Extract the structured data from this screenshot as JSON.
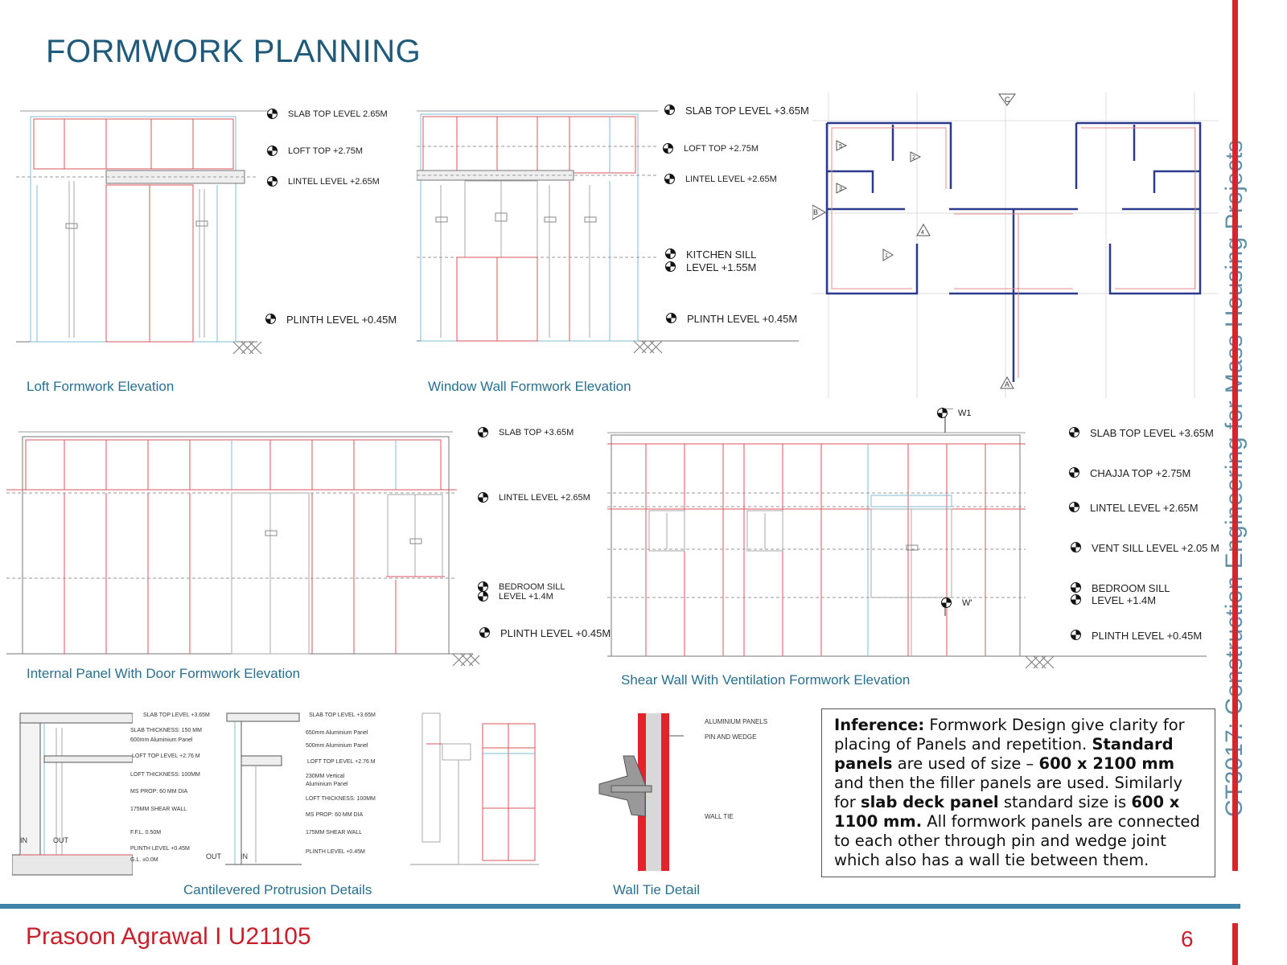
{
  "title": "FORMWORK PLANNING",
  "side_title": "CT3017: Construction Engineering for Mass Housing Projects",
  "footer": {
    "name": "Prasoon Agrawal I U21105",
    "page": "6"
  },
  "captions": {
    "loft": "Loft Formwork Elevation",
    "window": "Window Wall Formwork Elevation",
    "internal": "Internal Panel With Door Formwork Elevation",
    "shear": "Shear Wall With Ventilation Formwork Elevation",
    "cantilever": "Cantilevered Protrusion Details",
    "walltie": "Wall Tie Detail"
  },
  "loft_levels": {
    "slab": "SLAB TOP LEVEL 2.65M",
    "loft": "LOFT TOP +2.75M",
    "lintel": "LINTEL LEVEL +2.65M",
    "plinth": "PLINTH LEVEL +0.45M"
  },
  "window_levels": {
    "slab": "SLAB TOP LEVEL +3.65M",
    "loft": "LOFT TOP +2.75M",
    "lintel": "LINTEL LEVEL +2.65M",
    "kitchen1": "KITCHEN SILL",
    "kitchen2": "LEVEL +1.55M",
    "plinth": "PLINTH LEVEL +0.45M"
  },
  "internal_levels": {
    "slab": "SLAB TOP +3.65M",
    "lintel": "LINTEL LEVEL +2.65M",
    "bed1": "BEDROOM SILL",
    "bed2": "LEVEL +1.4M",
    "plinth": "PLINTH LEVEL +0.45M"
  },
  "shear_levels": {
    "w1": "W1",
    "w2": "W'",
    "slab": "SLAB TOP LEVEL +3.65M",
    "chajja": "CHAJJA TOP +2.75M",
    "lintel": "LINTEL LEVEL +2.65M",
    "vent": "VENT SILL LEVEL +2.05 M",
    "bed1": "BEDROOM SILL",
    "bed2": "LEVEL +1.4M",
    "plinth": "PLINTH LEVEL +0.45M"
  },
  "plan_marks": {
    "c": "C",
    "b": "B",
    "a": "A",
    "m1": "1",
    "m2": "2",
    "m3": "3",
    "m4": "4",
    "m5": "5"
  },
  "cant1_notes": [
    "SLAB TOP LEVEL +3.65M",
    "SLAB THICKNESS: 150 MM",
    "600mm Aluminium Panel",
    "LOFT TOP LEVEL +2.76 M",
    "LOFT THICKNESS: 100MM",
    "MS PROP: 60 MM DIA",
    "175MM SHEAR WALL",
    "F.F.L. 0.50M",
    "PLINTH LEVEL +0.45M",
    "G.L. ±0.0M",
    "IN",
    "OUT"
  ],
  "cant2_notes": [
    "SLAB TOP LEVEL +3.65M",
    "650mm Aluminium Panel",
    "500mm Aluminium Panel",
    "LOFT TOP LEVEL +2.76 M",
    "230MM Vertical",
    "Aluminium Panel",
    "LOFT THICKNESS: 100MM",
    "MS PROP: 60 MM DIA",
    "175MM SHEAR WALL",
    "PLINTH LEVEL +0.45M",
    "OUT",
    "IN"
  ],
  "walltie_notes": {
    "alu": "ALUMINIUM PANELS",
    "pin": "PIN AND WEDGE",
    "tie": "WALL TIE"
  },
  "inference": {
    "label": "Inference:",
    "t1": " Formwork Design give clarity for placing of Panels and repetition. ",
    "b1": "Standard panels",
    "t2": " are used of size – ",
    "b2": "600 x 2100 mm",
    "t3": " and then the filler panels are used. Similarly for ",
    "b3": "slab deck panel",
    "t4": " standard size is ",
    "b4": "600 x 1100 mm.",
    "t5": " All formwork panels are connected to each other through pin and wedge joint which also has a wall tie between them."
  }
}
